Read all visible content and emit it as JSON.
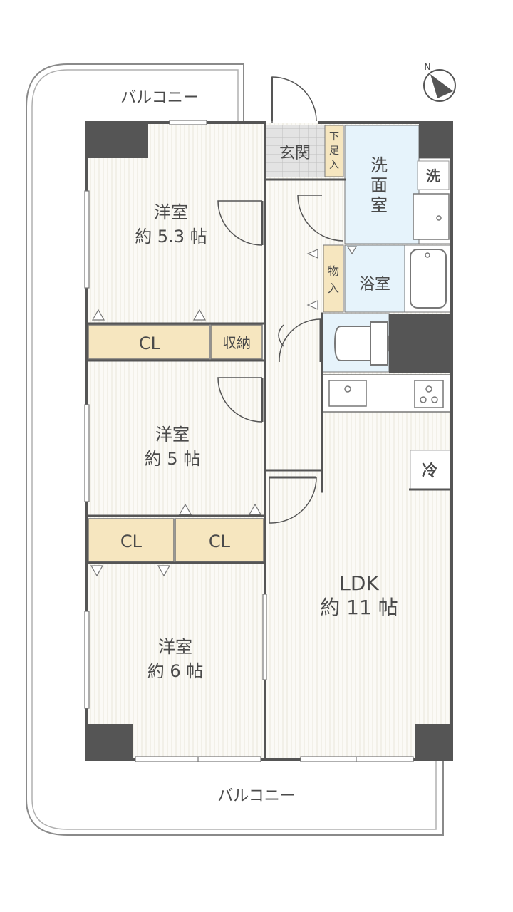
{
  "balcony_top": "バルコニー",
  "balcony_bottom": "バルコニー",
  "north": "N",
  "colors": {
    "wall": "#555555",
    "floor": "#fbfaf6",
    "floor_line": "#e6e3d8",
    "closet": "#f6e6bf",
    "wet": "#e6f3fb",
    "entry": "#d9d9d9",
    "outline": "#8a8a8a"
  },
  "rooms": {
    "r1": {
      "name": "洋室",
      "size": "約 5.3 帖"
    },
    "r2": {
      "name": "洋室",
      "size": "約 5 帖"
    },
    "r3": {
      "name": "洋室",
      "size": "約 6 帖"
    },
    "ldk": {
      "name": "LDK",
      "size": "約 11 帖"
    },
    "genkan": "玄関",
    "getabako": [
      "下",
      "足",
      "入"
    ],
    "senmen": [
      "洗",
      "面",
      "室"
    ],
    "senmen_wm": "洗",
    "bath": "浴室",
    "mono": [
      "物",
      "入"
    ],
    "shuno": "収納",
    "cl1": "CL",
    "cl2": "CL",
    "cl3": "CL",
    "fridge": "冷"
  }
}
